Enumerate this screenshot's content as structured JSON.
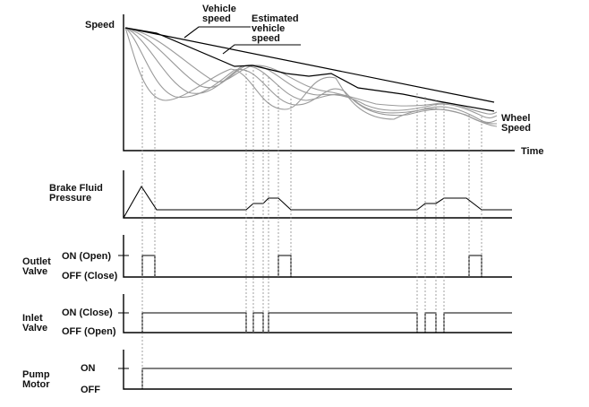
{
  "labels": {
    "speed": "Speed",
    "time": "Time",
    "vehicle_speed": [
      "Vehicle",
      "speed"
    ],
    "estimated_vehicle_speed": [
      "Estimated",
      "vehicle",
      "speed"
    ],
    "wheel_speed": [
      "Wheel",
      "Speed"
    ],
    "brake_fluid_pressure": [
      "Brake Fluid",
      "Pressure"
    ],
    "outlet_valve": [
      "Outlet",
      "Valve"
    ],
    "outlet_on": "ON (Open)",
    "outlet_off": "OFF (Close)",
    "inlet_valve": [
      "Inlet",
      "Valve"
    ],
    "inlet_on": "ON (Close)",
    "inlet_off": "OFF (Open)",
    "pump_motor": [
      "Pump",
      "Motor"
    ],
    "pump_on": "ON",
    "pump_off": "OFF"
  }
}
